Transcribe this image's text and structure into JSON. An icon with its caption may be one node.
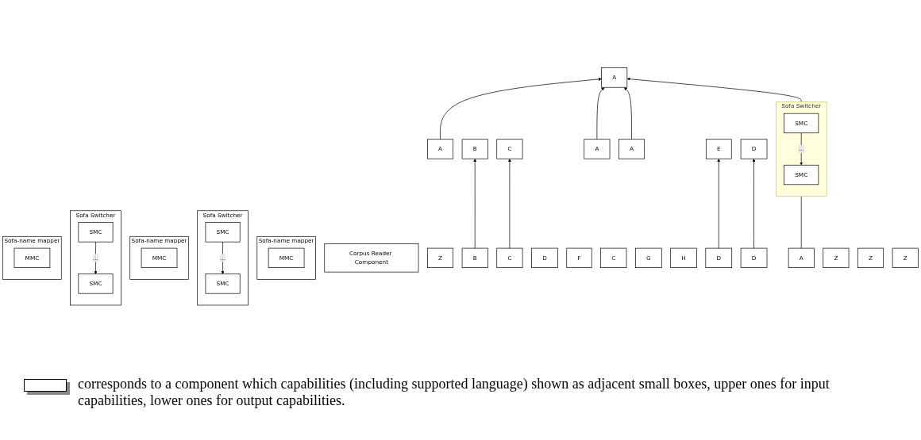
{
  "diagram": {
    "nodes": [
      {
        "text": [
          "Corpus Reader Component"
        ]
      },
      {
        "text": [
          "A"
        ]
      },
      {
        "text": [
          "B"
        ]
      },
      {
        "text": [
          "C"
        ]
      },
      {
        "text": [
          "Z"
        ]
      },
      {
        "text": [
          "A"
        ]
      },
      {
        "text": [
          "B"
        ]
      },
      {
        "text": [
          "C"
        ]
      },
      {
        "text": [
          "A"
        ]
      },
      {
        "text": [
          "Sofa Switcher"
        ]
      },
      {
        "text": [
          "SMC"
        ],
        "in": 9
      },
      {
        "text": [
          "SMC"
        ],
        "in": 9
      },
      {
        "text": [
          "Sofa-name mapper"
        ]
      },
      {
        "text": [
          "MMC"
        ],
        "in": 12
      },
      {
        "text": [
          "Sofa Switcher"
        ]
      },
      {
        "text": [
          "SMC"
        ],
        "in": 14
      },
      {
        "text": [
          "SMC"
        ],
        "in": 14
      },
      {
        "text": [
          "D"
        ]
      },
      {
        "text": [
          "E"
        ]
      },
      {
        "text": [
          "F"
        ]
      },
      {
        "text": [
          "D"
        ]
      },
      {
        "text": [
          "C"
        ]
      },
      {
        "text": [
          "G"
        ]
      },
      {
        "text": [
          "H"
        ]
      },
      {
        "text": [
          "A"
        ]
      },
      {
        "text": [
          "D"
        ]
      },
      {
        "text": [
          "A"
        ]
      },
      {
        "text": [
          "D"
        ]
      },
      {
        "text": [
          "Sofa-name mapper"
        ]
      },
      {
        "text": [
          "MMC"
        ],
        "in": 28
      },
      {
        "text": [
          "Sofa Switcher"
        ]
      },
      {
        "text": [
          "SMC"
        ],
        "in": 30
      },
      {
        "text": [
          "SMC"
        ],
        "in": 30
      },
      {
        "text": [
          "Sofa-name mapper"
        ]
      },
      {
        "text": [
          "MMC"
        ],
        "in": 33
      },
      {
        "text": [
          "Z"
        ]
      },
      {
        "text": [
          "Z"
        ]
      },
      {
        "text": [
          "Z"
        ]
      }
    ],
    "edges": [
      {
        "from": 5,
        "to": 1,
        "arrow": "to"
      },
      {
        "from": 6,
        "to": 2,
        "arrow": "to"
      },
      {
        "from": 7,
        "to": 3,
        "arrow": "to"
      },
      {
        "from": 9,
        "to": 1,
        "arrow": "to"
      },
      {
        "from": 8,
        "to": 1,
        "arrow": "to"
      },
      {
        "from": 26,
        "to": 1,
        "arrow": "to"
      },
      {
        "from": 10,
        "to": 11,
        "label": "…",
        "arrow": "to"
      },
      {
        "from": 15,
        "to": 16,
        "label": "…",
        "arrow": "to"
      },
      {
        "from": 24,
        "to": 9,
        "arrow": "none"
      },
      {
        "from": 25,
        "to": 18,
        "arrow": "to"
      },
      {
        "from": 27,
        "to": 20,
        "arrow": "to"
      },
      {
        "from": 31,
        "to": 32,
        "label": "…",
        "arrow": "to"
      }
    ],
    "legend": [
      {
        "text": "corresponds to a component which capabilities (including supported language) shown as adjacent small boxes, upper ones for input capabilities, lower ones for output capabilities."
      }
    ]
  }
}
